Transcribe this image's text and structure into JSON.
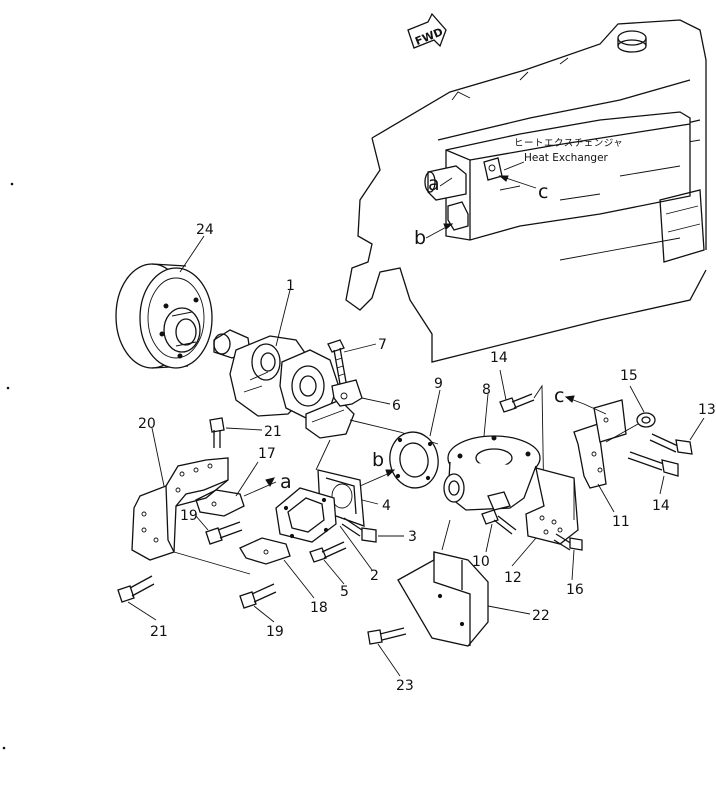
{
  "diagram": {
    "fwd_label": "FWD",
    "heat_exchanger": {
      "label_jp": "ヒートエクスチェンジャ",
      "label_en": "Heat Exchanger"
    },
    "connection_letters": {
      "a": "a",
      "b": "b",
      "c": "c"
    },
    "part_numbers": {
      "p1": "1",
      "p2": "2",
      "p3": "3",
      "p4": "4",
      "p5": "5",
      "p6": "6",
      "p7": "7",
      "p8": "8",
      "p9": "9",
      "p10": "10",
      "p11": "11",
      "p12": "12",
      "p13": "13",
      "p14a": "14",
      "p14b": "14",
      "p15": "15",
      "p16": "16",
      "p17": "17",
      "p18": "18",
      "p19a": "19",
      "p19b": "19",
      "p20": "20",
      "p21a": "21",
      "p21b": "21",
      "p22": "22",
      "p23": "23",
      "p24": "24"
    }
  }
}
